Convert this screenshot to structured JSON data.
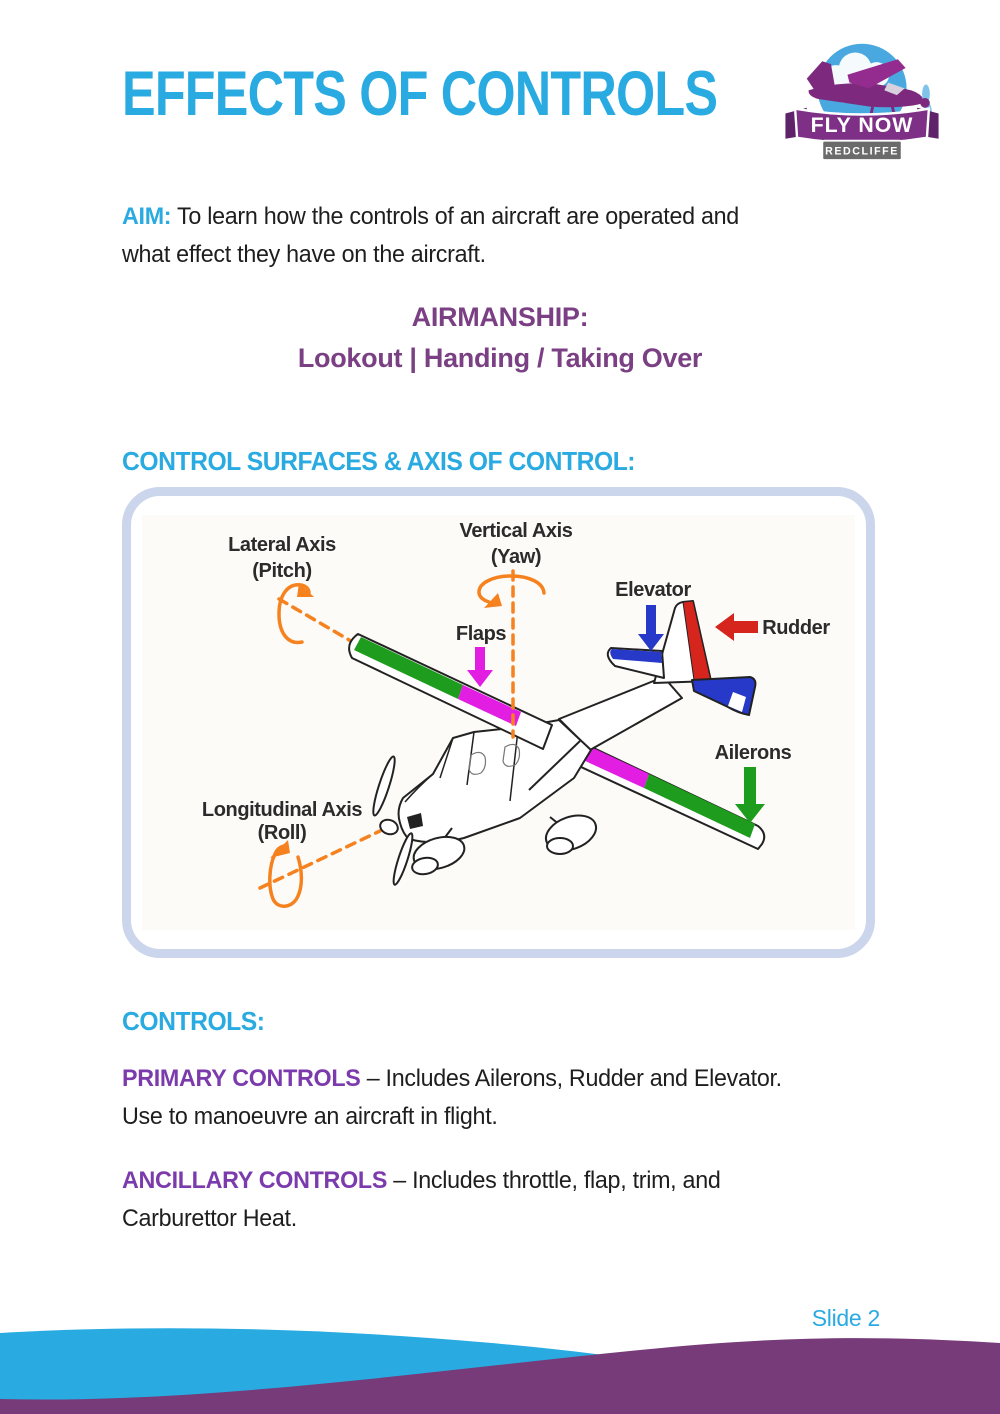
{
  "header": {
    "title": "EFFECTS OF CONTROLS"
  },
  "logo": {
    "primary": "FLY NOW",
    "secondary": "REDCLIFFE"
  },
  "aim": {
    "label": "AIM:",
    "line1": "To learn how the controls of an aircraft are operated and",
    "line2": "what effect they have on the aircraft."
  },
  "airmanship": {
    "title": "AIRMANSHIP:",
    "subtitle": "Lookout | Handing / Taking Over"
  },
  "sections": {
    "control_surfaces_heading": "CONTROL SURFACES & AXIS OF CONTROL:",
    "controls_heading": "CONTROLS:"
  },
  "diagram": {
    "labels": {
      "vertical_axis": "Vertical Axis",
      "yaw": "(Yaw)",
      "lateral_axis": "Lateral Axis",
      "pitch": "(Pitch)",
      "longitudinal_axis": "Longitudinal Axis",
      "roll": "(Roll)",
      "elevator": "Elevator",
      "rudder": "Rudder",
      "flaps": "Flaps",
      "ailerons": "Ailerons"
    },
    "colors": {
      "axis_orange": "#F5821F",
      "elevator_blue": "#2639C8",
      "rudder_red": "#D6251D",
      "flaps_magenta": "#E31EE3",
      "ailerons_green": "#1E9C1E"
    }
  },
  "controls": {
    "primary": {
      "label": "PRIMARY CONTROLS",
      "line1": "– Includes Ailerons, Rudder and Elevator.",
      "line2": "Use to manoeuvre an aircraft in flight."
    },
    "ancillary": {
      "label": "ANCILLARY CONTROLS",
      "line1": "– Includes throttle, flap, trim, and",
      "line2": "Carburettor Heat."
    }
  },
  "footer": {
    "slide_label": "Slide 2"
  },
  "theme": {
    "accent_cyan": "#29ABE2",
    "plum": "#7A4083",
    "violet": "#7C3BAD",
    "footer_purple": "#763B78",
    "footer_blue": "#29ABE2",
    "box_border": "#CBD5EB"
  }
}
